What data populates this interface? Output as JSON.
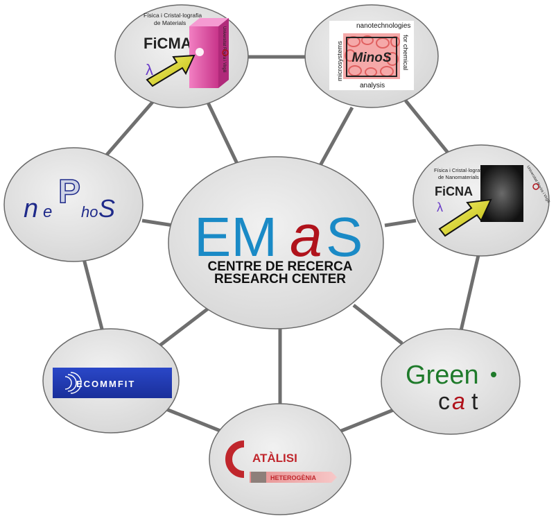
{
  "center": {
    "logo_text_em": "EM",
    "logo_text_a": "a",
    "logo_text_s": "S",
    "line1": "CENTRE DE RECERCA",
    "line2": "RESEARCH CENTER",
    "colors": {
      "blue": "#1a8ac6",
      "red": "#b0121b"
    }
  },
  "nodes": {
    "ficma": {
      "header_line1": "Física i Cristal·lografia",
      "header_line2": "de Materials",
      "acronym": "FiCMA",
      "university": "Universitat Rovira i Virgili"
    },
    "minos": {
      "top": "nanotechnologies",
      "left": "microsystems",
      "right": "for chemical",
      "bottom": "analysis",
      "name": "MinoS"
    },
    "ficna": {
      "header_line1": "Física i Cristal·lografia",
      "header_line2": "de Nanomaterials",
      "acronym": "FiCNA",
      "university": "Universitat Rovira i Virgili"
    },
    "nephos": {
      "n": "n",
      "e": "e",
      "p": "P",
      "ho": "ho",
      "s": "S"
    },
    "ecommfit": {
      "label": "ECOMMFIT"
    },
    "greencat": {
      "green": "Green",
      "c": "c",
      "a": "a",
      "t": "t"
    },
    "catalisi": {
      "title": "ATÀLISI",
      "subtitle": "HETEROGÈNIA"
    }
  }
}
